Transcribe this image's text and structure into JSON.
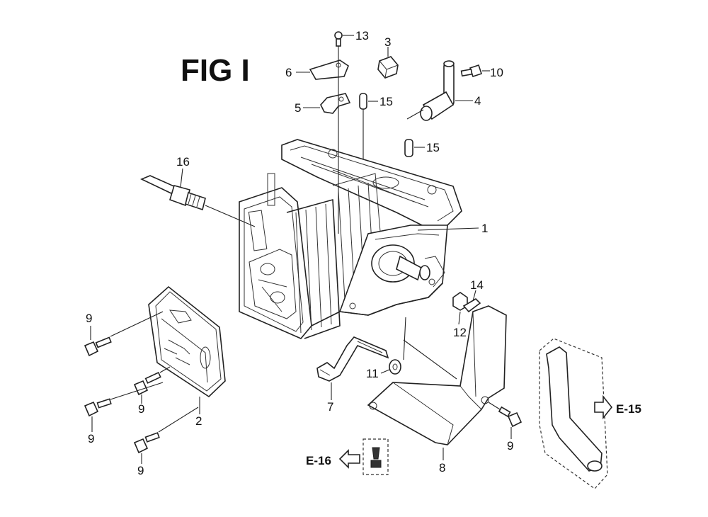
{
  "title": "FIG I",
  "labels": {
    "p1": "1",
    "p2": "2",
    "p3": "3",
    "p4": "4",
    "p5": "5",
    "p6": "6",
    "p7": "7",
    "p8": "8",
    "p9a": "9",
    "p9b": "9",
    "p9c": "9",
    "p9d": "9",
    "p9e": "9",
    "p10": "10",
    "p11": "11",
    "p12": "12",
    "p13": "13",
    "p14": "14",
    "p15a": "15",
    "p15b": "15",
    "p16": "16"
  },
  "refs": {
    "e15": "E-15",
    "e16": "E-16"
  }
}
